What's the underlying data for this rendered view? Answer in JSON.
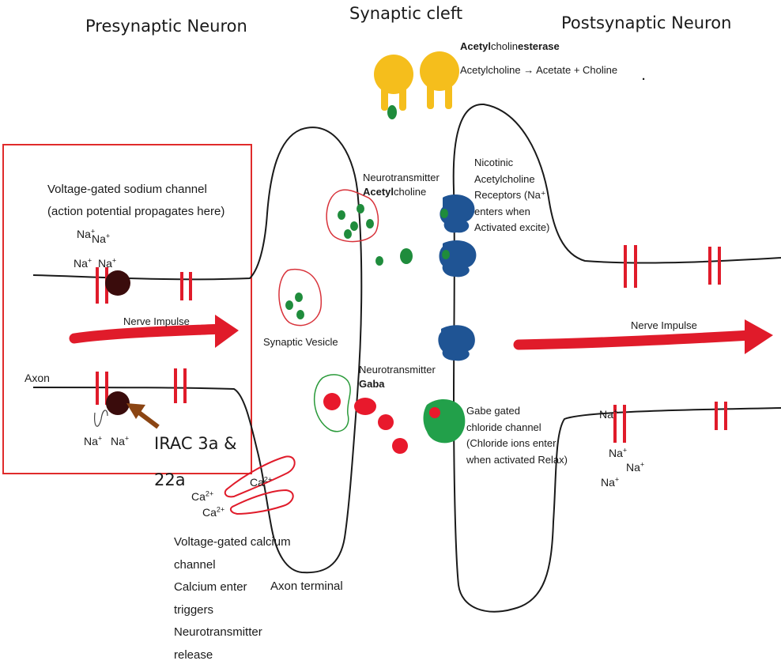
{
  "titles": {
    "presynaptic": "Presynaptic Neuron",
    "cleft": "Synaptic cleft",
    "postsynaptic": "Postsynaptic Neuron"
  },
  "enzyme": {
    "name_bold_1": "Acetyl",
    "name_normal": "cholin",
    "name_bold_2": "esterase",
    "reaction_left": "Acetylcholine",
    "arrow": "→",
    "reaction_right": "Acetate + Choline"
  },
  "labels": {
    "vgsc_line1": "Voltage-gated sodium channel",
    "vgsc_line2": "(action potential propagates here)",
    "nerve_impulse": "Nerve Impulse",
    "axon": "Axon",
    "irac_line1": "IRAC 3a &",
    "irac_line2": "22a",
    "synaptic_vesicle": "Synaptic Vesicle",
    "nt_ach_line1": "Neurotransmitter",
    "nt_ach_bold": "Acetyl",
    "nt_ach_rest": "choline",
    "nt_gaba_line1": "Neurotransmitter",
    "nt_gaba_line2": "Gaba",
    "nicotinic_lines": [
      "Nicotinic",
      "Acetylcholine",
      "Receptors (Na⁺",
      "enters when",
      "Activated excite)"
    ],
    "gaba_channel_lines": [
      "Gabe gated",
      "chloride channel",
      "(Chloride ions enter",
      "when activated Relax)"
    ],
    "vgcc_lines": [
      "Voltage-gated calcium",
      "channel",
      "Calcium enter",
      "triggers",
      "Neurotransmitter",
      "release"
    ],
    "axon_terminal": "Axon terminal",
    "stray_dot": "."
  },
  "ions": {
    "na": "Na",
    "ca": "Ca",
    "plus": "+",
    "ca_charge": "2+"
  },
  "colors": {
    "membrane": "#1a1a1a",
    "channel_red": "#e01b2a",
    "arrow_red": "#e01b2a",
    "box_red": "#e02b2b",
    "insecticide": "#3a0c0c",
    "pointer_brown": "#8b4513",
    "enzyme_yellow": "#f5be1c",
    "ach_green": "#1f8c3c",
    "receptor_blue": "#1f5494",
    "gaba_red": "#e8192c",
    "gaba_channel_green": "#22a04a",
    "vesicle_outline_red": "#d8323a",
    "vesicle_outline_green": "#2a9a3a"
  }
}
